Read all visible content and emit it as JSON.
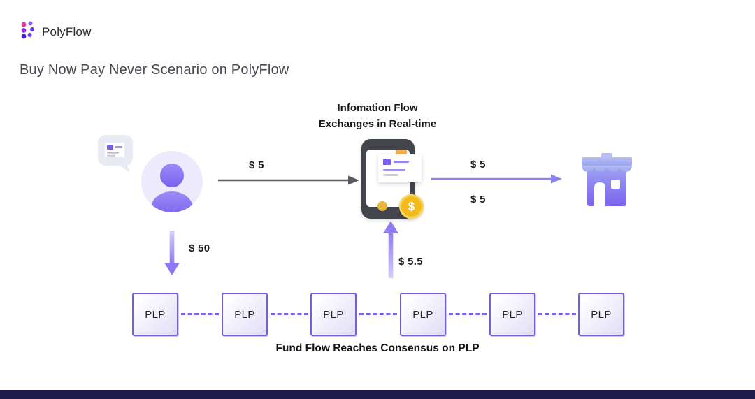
{
  "brand": {
    "name": "PolyFlow"
  },
  "title": "Buy Now Pay Never Scenario on PolyFlow",
  "diagram": {
    "info_flow_line1": "Infomation Flow",
    "info_flow_line2": "Exchanges in Real-time",
    "amounts": {
      "user_to_phone": "$ 5",
      "phone_to_store_top": "$ 5",
      "phone_to_store_bottom": "$ 5",
      "user_to_plp": "$ 50",
      "plp_to_phone": "$ 5.5"
    },
    "coin_symbol": "$",
    "plp_nodes": [
      "PLP",
      "PLP",
      "PLP",
      "PLP",
      "PLP",
      "PLP"
    ],
    "caption": "Fund Flow Reaches Consensus on PLP"
  },
  "colors": {
    "accent_purple": "#7b5cf0",
    "plp_border_purple": "#7160d8",
    "arrow_gray": "#5a5c63",
    "arrow_purple": "#8b82ee",
    "coin_gold": "#f3ba1c",
    "phone_dark": "#43454c",
    "store_periwinkle": "#aab4ee",
    "footer_navy": "#1c1c49"
  }
}
